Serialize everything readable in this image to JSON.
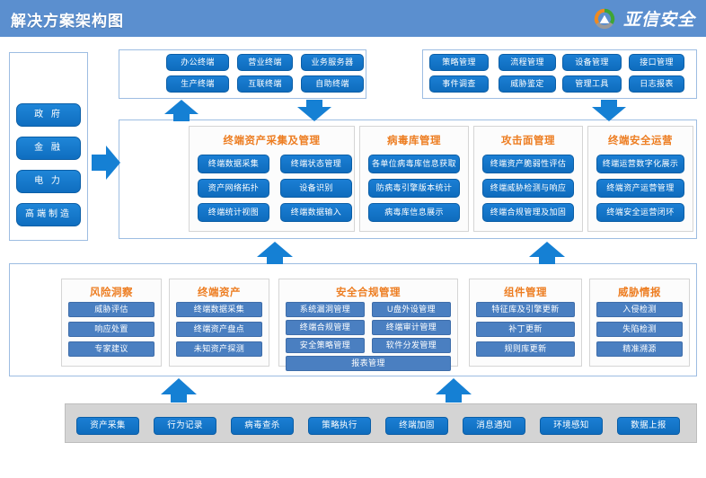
{
  "header": {
    "title": "解决方案架构图",
    "logo_text": "亚信安全",
    "logo_icon": "asiainfo-circle-logo",
    "bg_color": "#5b8fcf"
  },
  "colors": {
    "header_bg": "#5b8fcf",
    "chip_blue": "#0f6ec0",
    "chip_soft_blue": "#4a7fc1",
    "group_title": "#ED7D21",
    "panel_border": "#9dbde2",
    "bottom_strip": "#d4d4d4"
  },
  "sidebar": {
    "items": [
      {
        "label": "政  府"
      },
      {
        "label": "金  融"
      },
      {
        "label": "电  力"
      },
      {
        "label": "高端制造"
      }
    ]
  },
  "top_left_panel": {
    "items": [
      {
        "label": "办公终端"
      },
      {
        "label": "营业终端"
      },
      {
        "label": "业务服务器"
      },
      {
        "label": "生产终端"
      },
      {
        "label": "互联终端"
      },
      {
        "label": "自助终端"
      }
    ]
  },
  "top_right_panel": {
    "items": [
      {
        "label": "策略管理"
      },
      {
        "label": "流程管理"
      },
      {
        "label": "设备管理"
      },
      {
        "label": "接口管理"
      },
      {
        "label": "事件调查"
      },
      {
        "label": "威胁鉴定"
      },
      {
        "label": "管理工具"
      },
      {
        "label": "日志报表"
      }
    ]
  },
  "middle_row": {
    "groups": [
      {
        "title": "终端资产采集及管理",
        "columns": 2,
        "items": [
          {
            "label": "终端数据采集"
          },
          {
            "label": "终端状态管理"
          },
          {
            "label": "资产网络拓扑"
          },
          {
            "label": "设备识别"
          },
          {
            "label": "终端统计视图"
          },
          {
            "label": "终端数据输入"
          }
        ]
      },
      {
        "title": "病毒库管理",
        "columns": 1,
        "items": [
          {
            "label": "各单位病毒库信息获取"
          },
          {
            "label": "防病毒引擎版本统计"
          },
          {
            "label": "病毒库信息展示"
          }
        ]
      },
      {
        "title": "攻击面管理",
        "columns": 1,
        "items": [
          {
            "label": "终端资产脆弱性评估"
          },
          {
            "label": "终端威胁检测与响应"
          },
          {
            "label": "终端合规管理及加固"
          }
        ]
      },
      {
        "title": "终端安全运营",
        "columns": 1,
        "items": [
          {
            "label": "终端运营数字化展示"
          },
          {
            "label": "终端资产运营管理"
          },
          {
            "label": "终端安全运营闭环"
          }
        ]
      }
    ]
  },
  "third_row": {
    "groups": [
      {
        "title": "风险洞察",
        "columns": 1,
        "items": [
          {
            "label": "威胁评估"
          },
          {
            "label": "响应处置"
          },
          {
            "label": "专家建议"
          }
        ]
      },
      {
        "title": "终端资产",
        "columns": 1,
        "items": [
          {
            "label": "终端数据采集"
          },
          {
            "label": "终端资产盘点"
          },
          {
            "label": "未知资产探测"
          }
        ]
      },
      {
        "title": "安全合规管理",
        "columns": 2,
        "items": [
          {
            "label": "系统漏洞管理"
          },
          {
            "label": "U盘外设管理"
          },
          {
            "label": "终端合规管理"
          },
          {
            "label": "终端审计管理"
          },
          {
            "label": "安全策略管理"
          },
          {
            "label": "软件分发管理"
          }
        ],
        "full_width_item": {
          "label": "报表管理"
        }
      },
      {
        "title": "组件管理",
        "columns": 1,
        "items": [
          {
            "label": "特征库及引擎更新"
          },
          {
            "label": "补丁更新"
          },
          {
            "label": "规则库更新"
          }
        ]
      },
      {
        "title": "威胁情报",
        "columns": 1,
        "items": [
          {
            "label": "入侵检测"
          },
          {
            "label": "失陷检测"
          },
          {
            "label": "精准溯源"
          }
        ]
      }
    ]
  },
  "bottom_row": {
    "items": [
      {
        "label": "资产采集"
      },
      {
        "label": "行为记录"
      },
      {
        "label": "病毒查杀"
      },
      {
        "label": "策略执行"
      },
      {
        "label": "终端加固"
      },
      {
        "label": "消息通知"
      },
      {
        "label": "环境感知"
      },
      {
        "label": "数据上报"
      }
    ]
  },
  "arrows": [
    {
      "name": "arrow-sidebar-to-middle",
      "direction": "right"
    },
    {
      "name": "arrow-topleft-up",
      "direction": "up"
    },
    {
      "name": "arrow-topleft-down",
      "direction": "down"
    },
    {
      "name": "arrow-topright-down",
      "direction": "down"
    },
    {
      "name": "arrow-third-to-middle-left",
      "direction": "up"
    },
    {
      "name": "arrow-third-to-middle-right",
      "direction": "up"
    },
    {
      "name": "arrow-bottom-to-third-left",
      "direction": "up"
    },
    {
      "name": "arrow-bottom-to-third-right",
      "direction": "up"
    }
  ]
}
